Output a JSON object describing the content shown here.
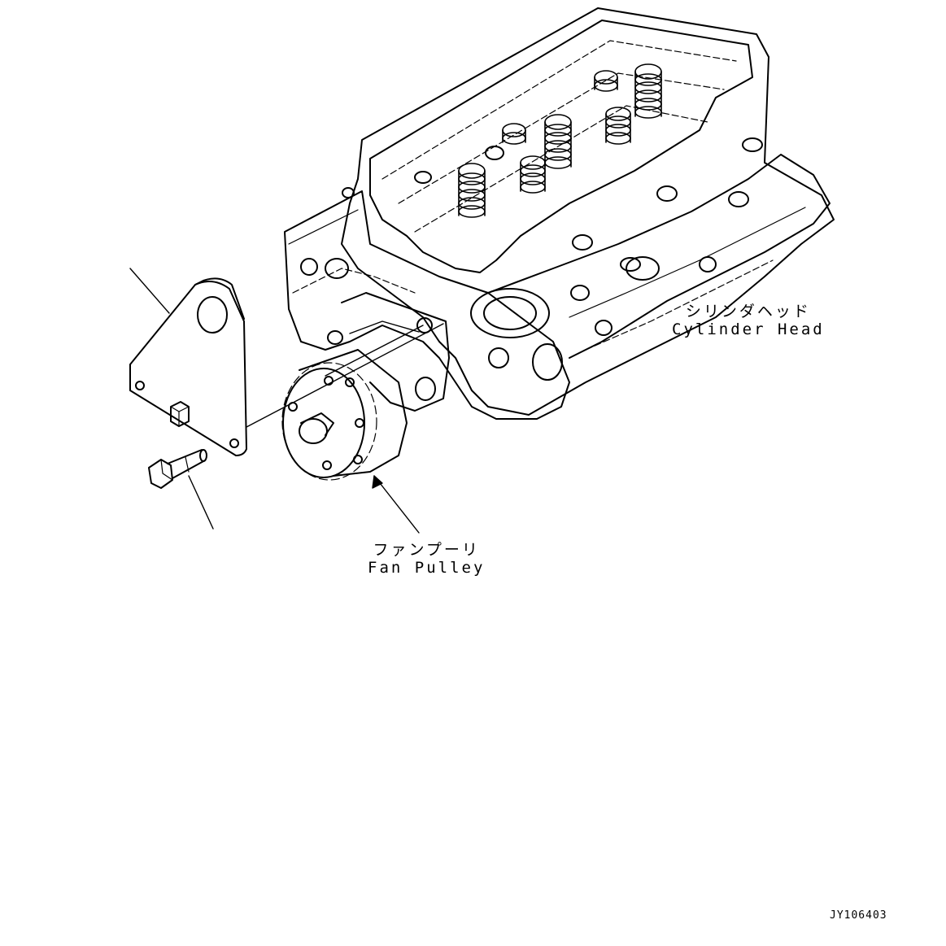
{
  "labels": {
    "cylinder_head_jp": "シリンダヘッド",
    "cylinder_head_en": "Cylinder Head",
    "fan_pulley_jp": "ファンプーリ",
    "fan_pulley_en": "Fan Pulley"
  },
  "drawing_code": "JY106403",
  "colors": {
    "line": "#000000",
    "background": "#ffffff"
  }
}
